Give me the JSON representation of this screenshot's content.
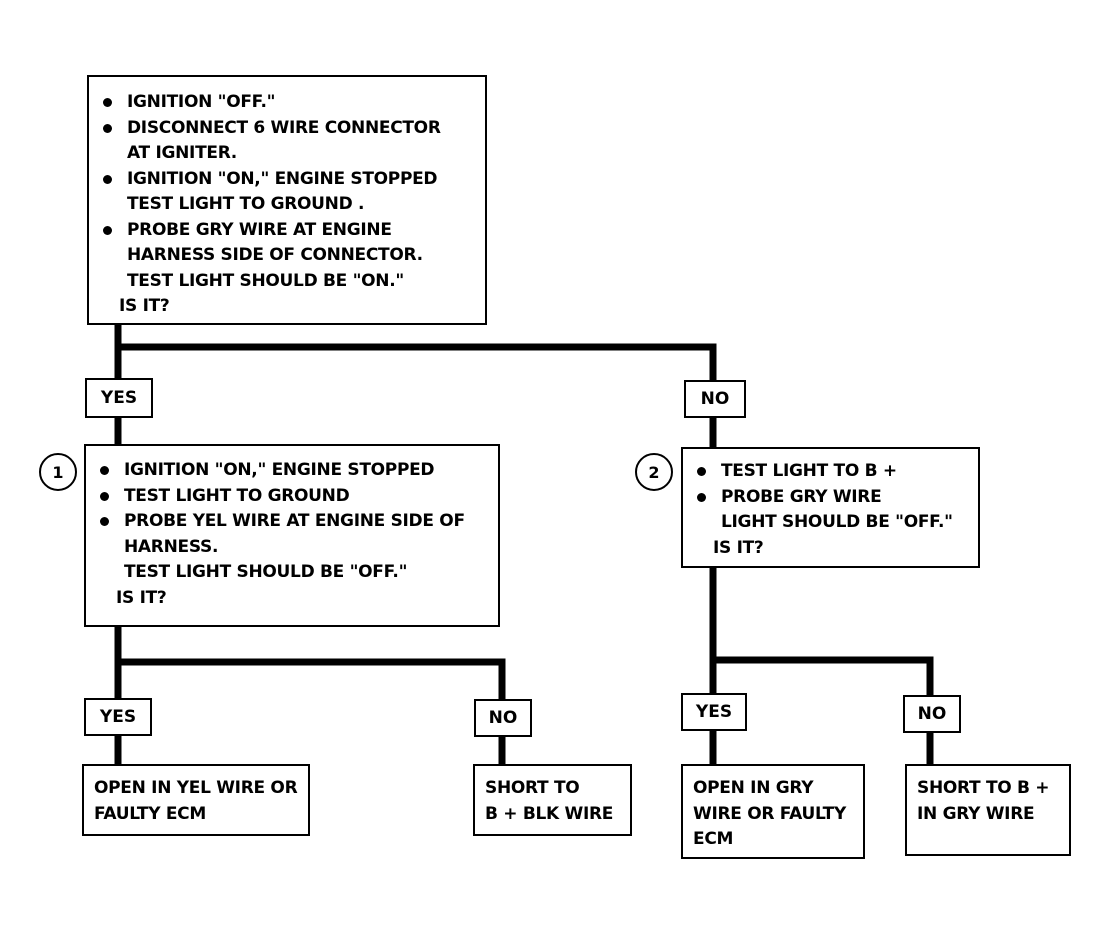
{
  "box_top": {
    "bullets": [
      [
        "IGNITION \"OFF.\""
      ],
      [
        "DISCONNECT 6 WIRE CONNECTOR",
        "AT IGNITER."
      ],
      [
        "IGNITION \"ON,\" ENGINE STOPPED",
        "TEST LIGHT TO GROUND ."
      ],
      [
        "PROBE GRY WIRE AT ENGINE",
        "HARNESS SIDE OF CONNECTOR."
      ]
    ],
    "tail": [
      "TEST LIGHT SHOULD BE \"ON.\"",
      "IS IT?"
    ]
  },
  "box_1": {
    "marker": "1",
    "bullets": [
      [
        "IGNITION \"ON,\" ENGINE STOPPED"
      ],
      [
        "TEST LIGHT TO GROUND"
      ],
      [
        "PROBE YEL WIRE AT ENGINE SIDE OF",
        "HARNESS."
      ]
    ],
    "tail": [
      "TEST LIGHT SHOULD BE \"OFF.\"",
      "IS IT?"
    ]
  },
  "box_2": {
    "marker": "2",
    "bullets": [
      [
        "TEST LIGHT TO B +"
      ],
      [
        "PROBE GRY WIRE"
      ]
    ],
    "tail": [
      "LIGHT SHOULD BE \"OFF.\"",
      "IS IT?"
    ]
  },
  "labels": {
    "yes_top": "YES",
    "no_top": "NO",
    "yes_1": "YES",
    "no_1": "NO",
    "yes_2": "YES",
    "no_2": "NO"
  },
  "results": {
    "r1": [
      "OPEN IN YEL WIRE OR",
      "FAULTY ECM"
    ],
    "r2": [
      "SHORT TO",
      "B +  BLK WIRE"
    ],
    "r3": [
      "OPEN IN GRY",
      "WIRE OR FAULTY",
      "ECM"
    ],
    "r4": [
      "SHORT TO B +",
      "IN GRY WIRE"
    ]
  }
}
